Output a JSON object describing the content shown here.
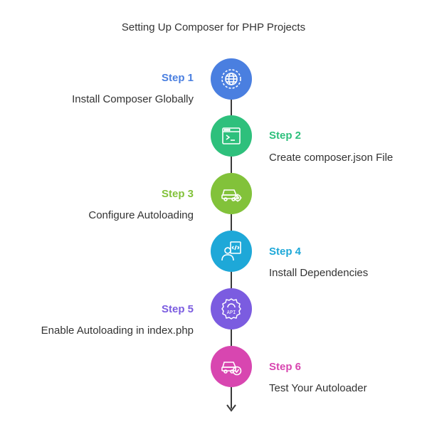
{
  "title": "Setting Up Composer for PHP Projects",
  "steps": [
    {
      "label": "Step 1",
      "description": "Install Composer Globally",
      "color": "#4a7fe0",
      "icon": "globe-gear-icon",
      "side": "left"
    },
    {
      "label": "Step 2",
      "description": "Create composer.json File",
      "color": "#2ec07c",
      "icon": "terminal-window-icon",
      "side": "right"
    },
    {
      "label": "Step 3",
      "description": "Configure Autoloading",
      "color": "#82c23a",
      "icon": "car-gear-icon",
      "side": "left"
    },
    {
      "label": "Step 4",
      "description": "Install Dependencies",
      "color": "#1ea8d8",
      "icon": "developer-code-icon",
      "side": "right"
    },
    {
      "label": "Step 5",
      "description": "Enable Autoloading in index.php",
      "color": "#7b5ce0",
      "icon": "api-gear-icon",
      "side": "left"
    },
    {
      "label": "Step 6",
      "description": "Test Your Autoloader",
      "color": "#d846b0",
      "icon": "car-check-icon",
      "side": "right"
    }
  ],
  "colors": {
    "step1": "#4a7fe0",
    "step2": "#2ec07c",
    "step3": "#82c23a",
    "step4": "#1ea8d8",
    "step5": "#7b5ce0",
    "step6": "#d846b0",
    "connector": "#3a3a3a"
  }
}
